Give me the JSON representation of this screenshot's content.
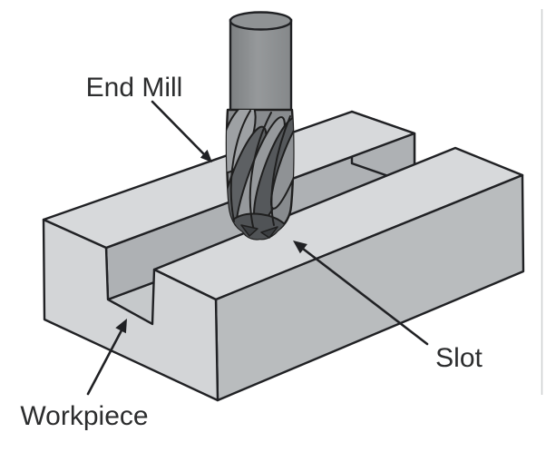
{
  "diagram": {
    "type": "technical-illustration",
    "subject": "End mill cutting a slot in a workpiece (milling operation)",
    "labels": {
      "end_mill": "End Mill",
      "workpiece": "Workpiece",
      "slot": "Slot"
    },
    "colors": {
      "background": "#ffffff",
      "top_face": "#d7d9db",
      "left_end_face": "#d3d5d7",
      "front_face": "#b9bcbe",
      "slot_wall": "#aeb1b4",
      "slot_floor": "#c6c9cb",
      "tool_shank": "#8c8f91",
      "tool_flute_dark": "#5a5d60",
      "tool_flute_light": "#989b9e",
      "outline": "#202124",
      "label_text": "#2c2d2e"
    }
  }
}
